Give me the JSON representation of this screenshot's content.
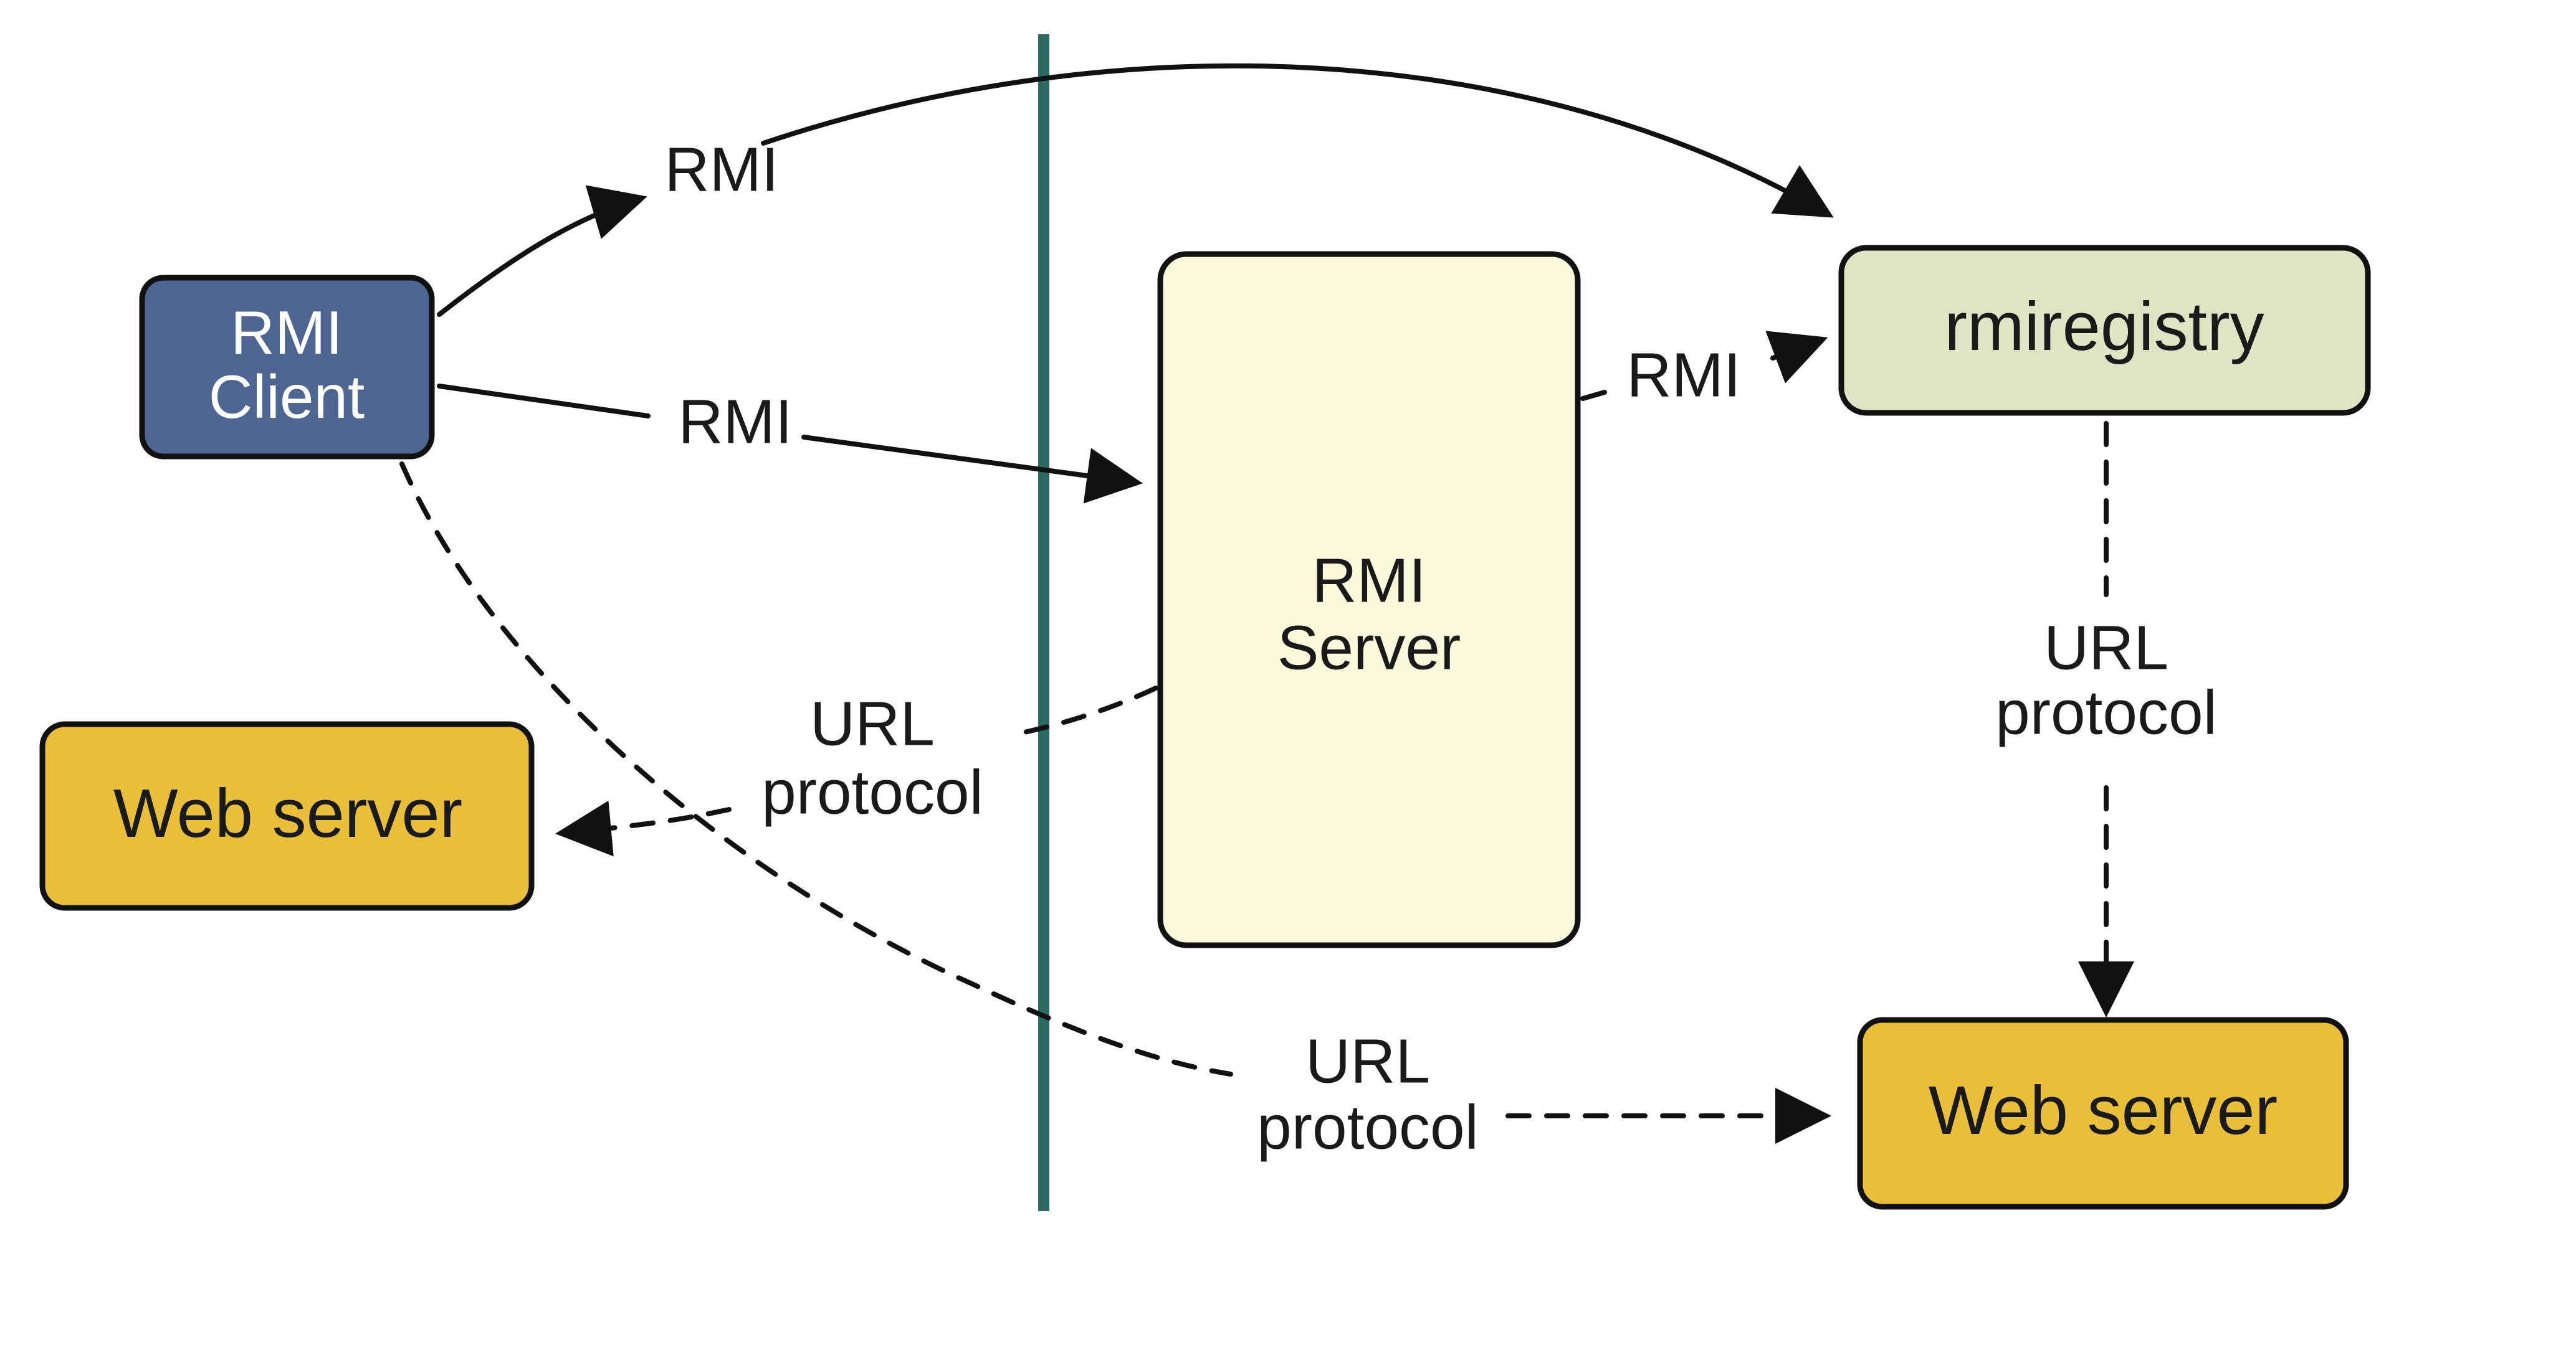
{
  "colors": {
    "client_fill": "#4e6591",
    "server_fill": "#fbf9dc",
    "registry_fill": "#dfe5c4",
    "webserver_fill": "#e8be3a",
    "boundary": "#2b6b63",
    "client_text": "#ffffff",
    "dark_text": "#1a1a1a"
  },
  "nodes": {
    "rmi_client": {
      "line1": "RMI",
      "line2": "Client"
    },
    "rmi_server": {
      "line1": "RMI",
      "line2": "Server"
    },
    "rmiregistry": {
      "label": "rmiregistry"
    },
    "web_server_left": {
      "label": "Web server"
    },
    "web_server_right": {
      "label": "Web server"
    }
  },
  "edges": {
    "client_to_registry": {
      "label": "RMI"
    },
    "client_to_server": {
      "label": "RMI"
    },
    "server_to_registry": {
      "label": "RMI"
    },
    "server_to_webserver_left": {
      "line1": "URL",
      "line2": "protocol"
    },
    "client_to_webserver_right": {
      "line1": "URL",
      "line2": "protocol"
    },
    "registry_to_webserver_right": {
      "line1": "URL",
      "line2": "protocol"
    }
  }
}
